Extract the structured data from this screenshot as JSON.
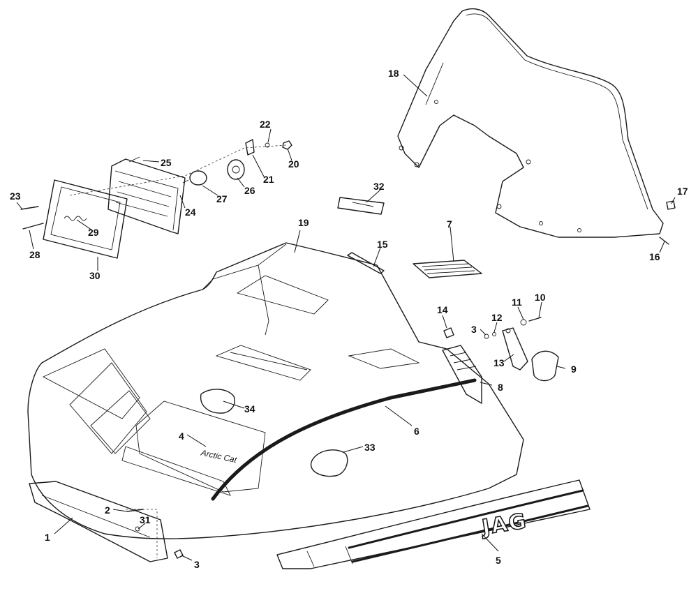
{
  "diagram": {
    "decal_text": "JAG",
    "callouts": [
      "1",
      "2",
      "3",
      "4",
      "5",
      "6",
      "7",
      "8",
      "9",
      "10",
      "11",
      "12",
      "13",
      "14",
      "15",
      "16",
      "17",
      "18",
      "19",
      "20",
      "21",
      "22",
      "23",
      "24",
      "25",
      "26",
      "27",
      "28",
      "29",
      "30",
      "31",
      "32",
      "33",
      "34"
    ],
    "callout_3b": "3"
  }
}
